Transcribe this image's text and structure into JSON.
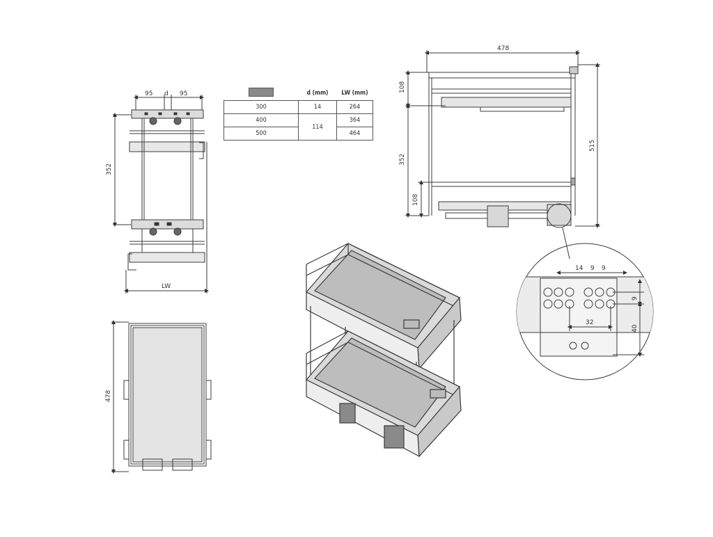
{
  "table": {
    "header": {
      "width_icon": "width-icon",
      "d": "d (mm)",
      "lw": "LW (mm)"
    },
    "rows": [
      {
        "width": "300",
        "d": "14",
        "lw": "264"
      },
      {
        "width": "400",
        "d": "114",
        "lw": "364"
      },
      {
        "width": "500",
        "d": "",
        "lw": "464"
      }
    ]
  },
  "front_view": {
    "dim_left": "95",
    "dim_d": "d",
    "dim_right": "95",
    "height": "352",
    "width": "LW"
  },
  "top_view": {
    "depth": "478"
  },
  "side_view": {
    "top": "478",
    "upper_gap": "108",
    "mid": "352",
    "lower_gap": "108",
    "total": "515"
  },
  "detail": {
    "d14": "14",
    "d9a": "9",
    "d9b": "9",
    "d32": "32",
    "v9": "9",
    "v40": "40"
  },
  "colors": {
    "line": "#3a3a3a",
    "panel": "#e4e4e4",
    "metal": "#a8a8a8"
  }
}
